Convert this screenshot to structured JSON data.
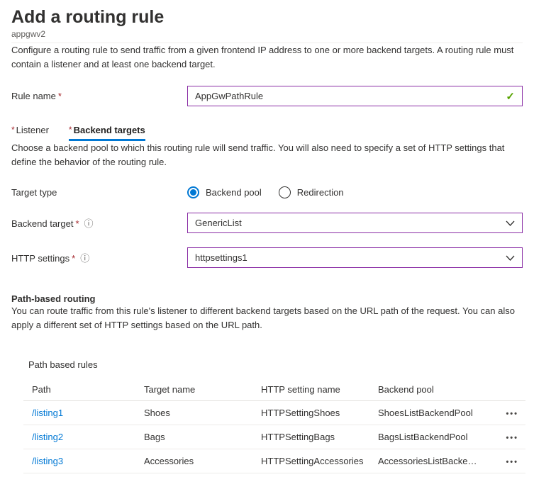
{
  "header": {
    "title": "Add a routing rule",
    "subtitle": "appgwv2"
  },
  "intro": "Configure a routing rule to send traffic from a given frontend IP address to one or more backend targets. A routing rule must contain a listener and at least one backend target.",
  "required_marker": "*",
  "icons": {
    "info": "ⓘ",
    "valid_check": "✓",
    "row_menu": "•••"
  },
  "rule_name": {
    "label": "Rule name",
    "value": "AppGwPathRule"
  },
  "tabs": [
    {
      "label": "Listener",
      "active": false
    },
    {
      "label": "Backend targets",
      "active": true
    }
  ],
  "backend_tab": {
    "intro": "Choose a backend pool to which this routing rule will send traffic. You will also need to specify a set of HTTP settings that define the behavior of the routing rule.",
    "target_type": {
      "label": "Target type",
      "options": [
        {
          "label": "Backend pool",
          "selected": true
        },
        {
          "label": "Redirection",
          "selected": false
        }
      ]
    },
    "backend_target": {
      "label": "Backend target",
      "value": "GenericList"
    },
    "http_settings": {
      "label": "HTTP settings",
      "value": "httpsettings1"
    }
  },
  "path_routing": {
    "heading": "Path-based routing",
    "description": "You can route traffic from this rule's listener to different backend targets based on the URL path of the request. You can also apply a different set of HTTP settings based on the URL path.",
    "table_label": "Path based rules"
  },
  "table": {
    "columns": [
      "Path",
      "Target name",
      "HTTP setting name",
      "Backend pool"
    ],
    "rows": [
      {
        "path": "/listing1",
        "target_name": "Shoes",
        "http_setting_name": "HTTPSettingShoes",
        "backend_pool": "ShoesListBackendPool"
      },
      {
        "path": "/listing2",
        "target_name": "Bags",
        "http_setting_name": "HTTPSettingBags",
        "backend_pool": "BagsListBackendPool"
      },
      {
        "path": "/listing3",
        "target_name": "Accessories",
        "http_setting_name": "HTTPSettingAccessories",
        "backend_pool": "AccessoriesListBackendPool"
      }
    ]
  },
  "colors": {
    "accent_blue": "#0078d4",
    "dirty_field_purple": "#8a2da5",
    "required_red": "#a4262c",
    "valid_green": "#57a300",
    "text": "#323130",
    "muted_text": "#605e5c",
    "divider": "#edebe9"
  }
}
